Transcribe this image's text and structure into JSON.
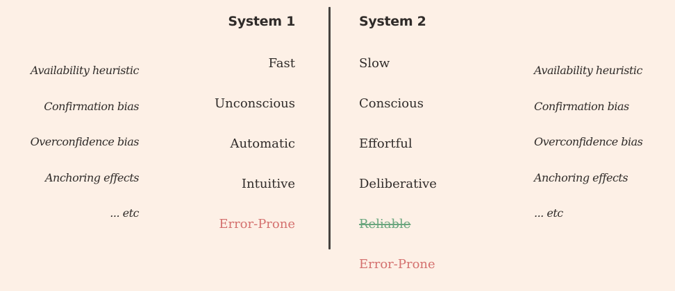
{
  "system1": {
    "title": "System 1",
    "traits": [
      "Fast",
      "Unconscious",
      "Automatic",
      "Intuitive"
    ],
    "error_label": "Error-Prone",
    "biases": [
      "Availability heuristic",
      "Confirmation bias",
      "Overconfidence bias",
      "Anchoring effects",
      "... etc"
    ]
  },
  "system2": {
    "title": "System 2",
    "traits": [
      "Slow",
      "Conscious",
      "Effortful",
      "Deliberative"
    ],
    "struck_label": "Reliable",
    "error_label": "Error-Prone",
    "biases": [
      "Availability heuristic",
      "Confirmation bias",
      "Overconfidence bias",
      "Anchoring effects",
      "... etc"
    ]
  },
  "colors": {
    "background": "#fdf0e6",
    "text": "#2f2b29",
    "error": "#d4706e",
    "reliable": "#6aa67e",
    "divider": "#45423f"
  }
}
